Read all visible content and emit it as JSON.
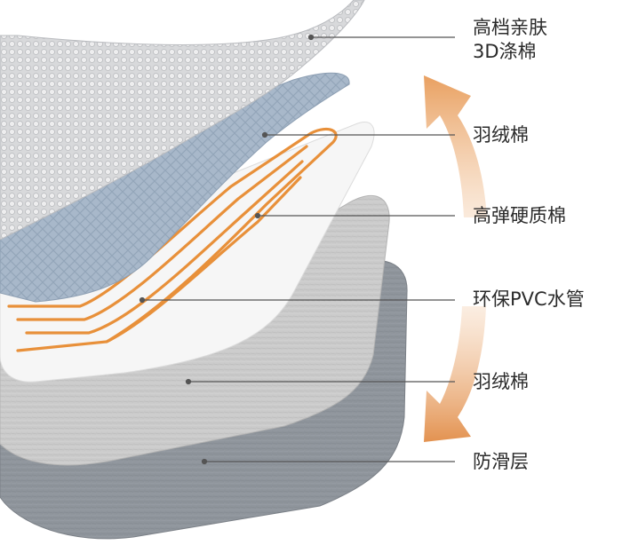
{
  "layers": [
    {
      "id": "surface",
      "label_lines": [
        "高档亲肤",
        "3D涤棉"
      ]
    },
    {
      "id": "down-top",
      "label_lines": [
        "羽绒棉"
      ]
    },
    {
      "id": "hard-cotton",
      "label_lines": [
        "高弹硬质棉"
      ]
    },
    {
      "id": "pvc-pipe",
      "label_lines": [
        "环保PVC水管"
      ]
    },
    {
      "id": "down-bottom",
      "label_lines": [
        "羽绒棉"
      ]
    },
    {
      "id": "anti-slip",
      "label_lines": [
        "防滑层"
      ]
    }
  ],
  "colors": {
    "surface": "#d9dadc",
    "down": "#a9b9cb",
    "white_sheet": "#f6f6f6",
    "pipe": "#e8903a",
    "felt": "#c9c9c9",
    "anti_slip": "#8f959c",
    "arrow": "#e9a76a",
    "leader": "#555555"
  }
}
